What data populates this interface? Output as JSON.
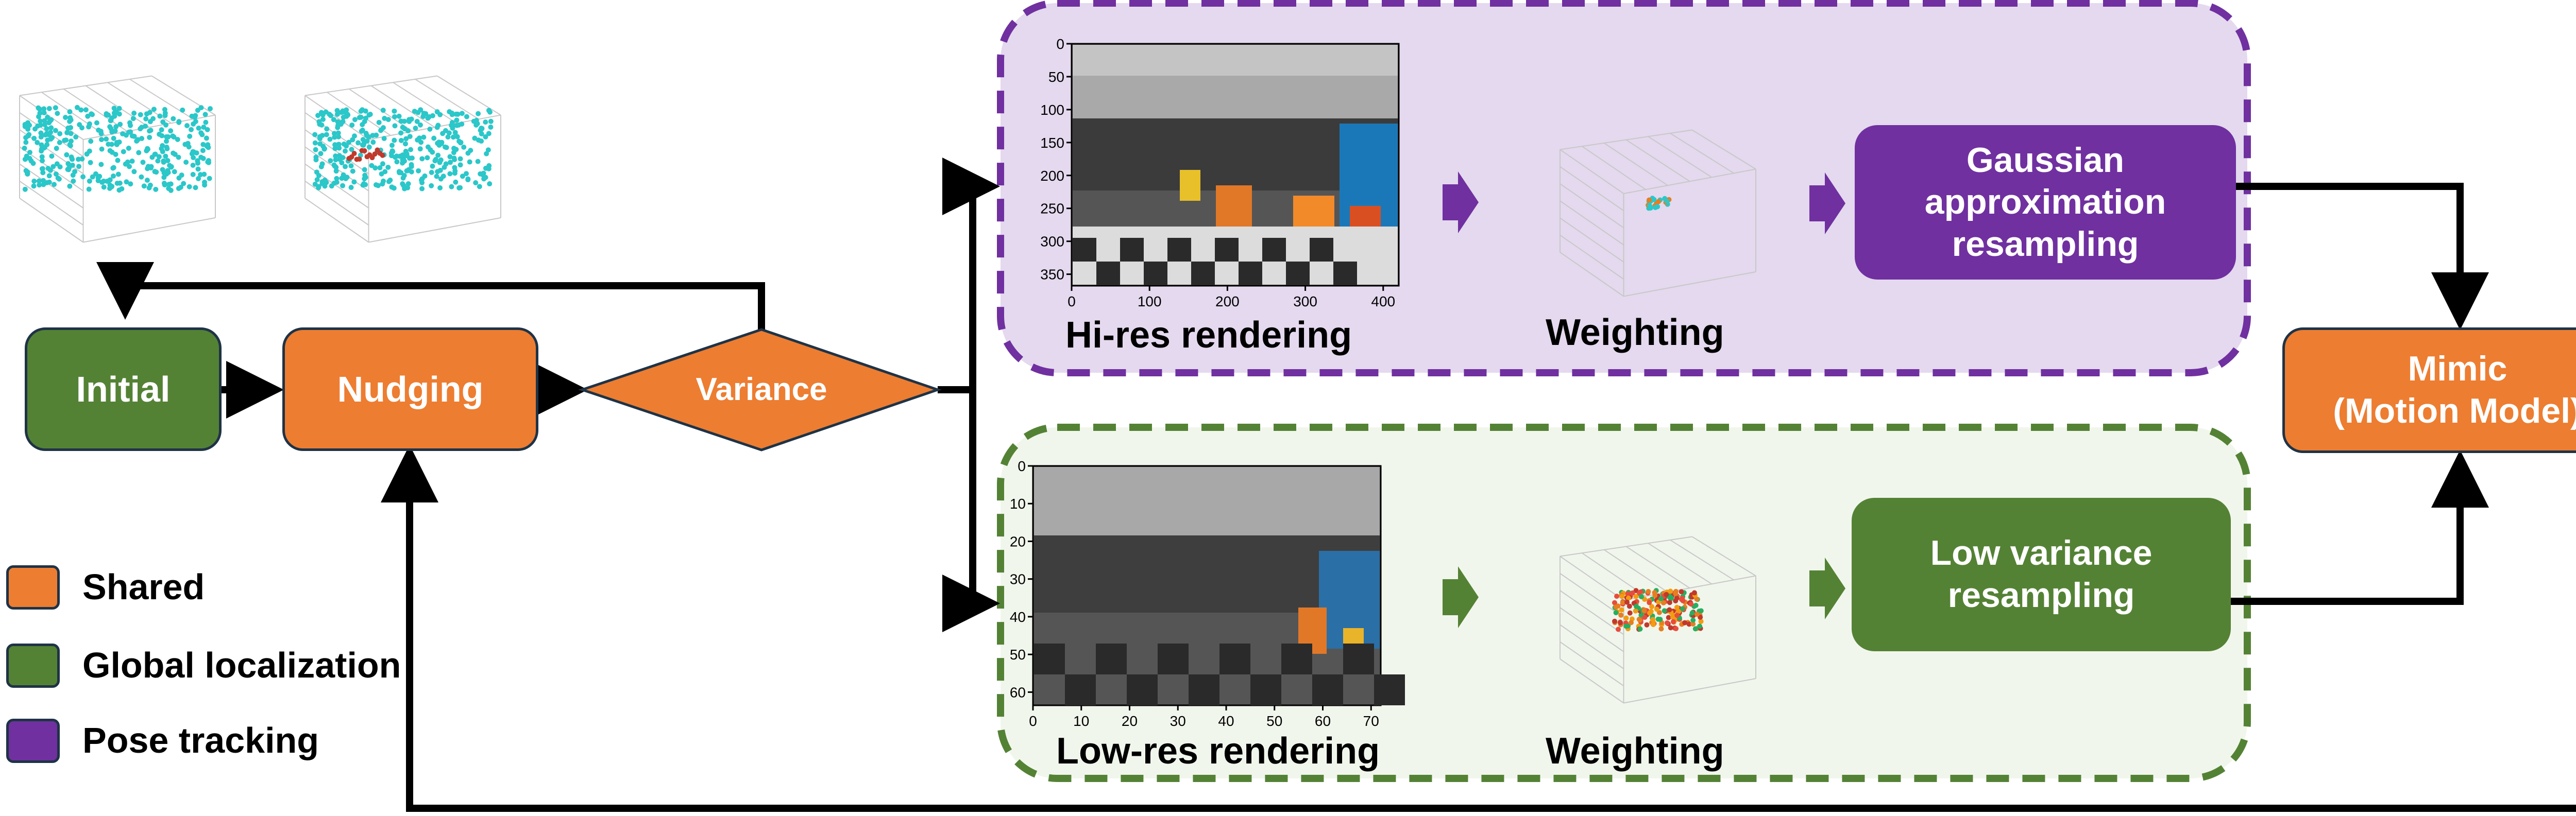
{
  "colors": {
    "orange": "#ED7D31",
    "green": "#548235",
    "purple": "#7030A0",
    "purple_region": "#E4D9EE",
    "green_region": "#F1F6EC",
    "purple_border": "#7030A0",
    "green_border": "#548235",
    "particle": "#2BC7C9",
    "arrow": "#000000"
  },
  "nodes": {
    "initial": "Initial",
    "nudging": "Nudging",
    "variance": "Variance",
    "gaussian": "Gaussian\napproximation\nresampling",
    "low_variance": "Low variance\nresampling",
    "mimic": "Mimic\n(Motion Model)"
  },
  "labels": {
    "hi_res": "Hi-res rendering",
    "weighting_top": "Weighting",
    "low_res": "Low-res rendering",
    "weighting_bottom": "Weighting"
  },
  "legend": [
    {
      "label": "Shared",
      "color": "#ED7D31"
    },
    {
      "label": "Global localization",
      "color": "#548235"
    },
    {
      "label": "Pose tracking",
      "color": "#7030A0"
    }
  ],
  "hires_axis": {
    "y_ticks": [
      "0",
      "50",
      "100",
      "150",
      "200",
      "250",
      "300",
      "350"
    ],
    "x_ticks": [
      "0",
      "100",
      "200",
      "300",
      "400"
    ]
  },
  "lowres_axis": {
    "y_ticks": [
      "0",
      "10",
      "20",
      "30",
      "40",
      "50",
      "60"
    ],
    "x_ticks": [
      "0",
      "10",
      "20",
      "30",
      "40",
      "50",
      "60",
      "70"
    ]
  }
}
